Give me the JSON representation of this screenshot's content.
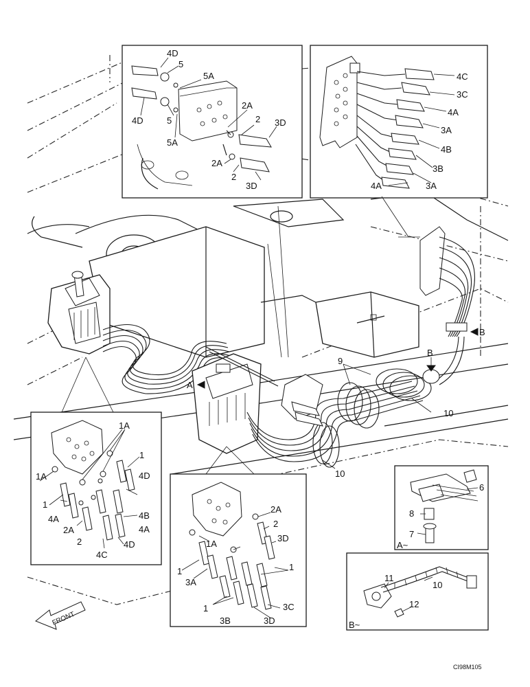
{
  "drawing_code": "CI98M105",
  "direction_label": "FRONT",
  "views": {
    "a": "A~",
    "b": "B~"
  },
  "callouts": {
    "detail_top_left": [
      "4D",
      "5",
      "5A",
      "4D",
      "5",
      "5A",
      "2A",
      "2",
      "3D",
      "2A",
      "2",
      "3D"
    ],
    "detail_top_right": [
      "4C",
      "3C",
      "4A",
      "3A",
      "4B",
      "3B",
      "4A",
      "3A"
    ],
    "main": [
      "A",
      "B",
      "B",
      "9",
      "10",
      "10"
    ],
    "detail_bottom_left": [
      "1A",
      "1",
      "1A",
      "1",
      "4D",
      "4A",
      "2A",
      "4B",
      "2",
      "4A",
      "4C",
      "4D"
    ],
    "detail_bottom_mid": [
      "2A",
      "2",
      "3D",
      "1A",
      "1",
      "1",
      "3A",
      "1",
      "3B",
      "3D",
      "3C"
    ],
    "detail_a": [
      "6",
      "8",
      "7"
    ],
    "detail_b": [
      "11",
      "10",
      "12"
    ]
  }
}
